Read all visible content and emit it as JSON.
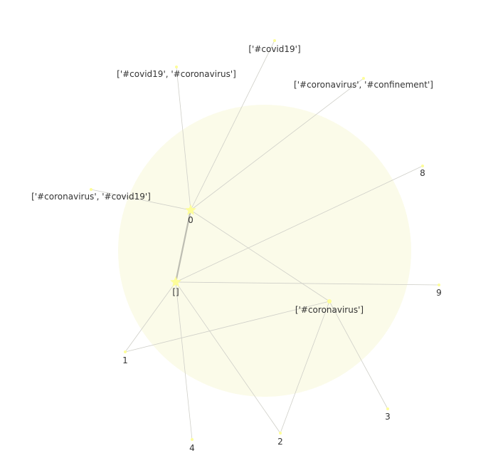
{
  "colors": {
    "background": "#ffffff",
    "cluster_fill": "#fbfbe9",
    "edge": "#cfcfc8",
    "edge_strong": "#bdbdb2",
    "node": "#fdfd9a",
    "label": "#333333"
  },
  "graph": {
    "nodes": [
      {
        "id": "zero",
        "label": "0"
      },
      {
        "id": "empty",
        "label": "[]"
      },
      {
        "id": "coronavirus",
        "label": "['#coronavirus']"
      },
      {
        "id": "covid19",
        "label": "['#covid19']"
      },
      {
        "id": "covid19_coronavirus",
        "label": "['#covid19', '#coronavirus']"
      },
      {
        "id": "coronavirus_confinement",
        "label": "['#coronavirus', '#confinement']"
      },
      {
        "id": "coronavirus_covid19",
        "label": "['#coronavirus', '#covid19']"
      },
      {
        "id": "n8",
        "label": "8"
      },
      {
        "id": "n9",
        "label": "9"
      },
      {
        "id": "n1",
        "label": "1"
      },
      {
        "id": "n2",
        "label": "2"
      },
      {
        "id": "n3",
        "label": "3"
      },
      {
        "id": "n4",
        "label": "4"
      }
    ],
    "edges": [
      {
        "from": "zero",
        "to": "empty",
        "weight": "strong"
      },
      {
        "from": "zero",
        "to": "covid19"
      },
      {
        "from": "zero",
        "to": "covid19_coronavirus"
      },
      {
        "from": "zero",
        "to": "coronavirus_confinement"
      },
      {
        "from": "zero",
        "to": "coronavirus_covid19"
      },
      {
        "from": "zero",
        "to": "coronavirus"
      },
      {
        "from": "empty",
        "to": "n8"
      },
      {
        "from": "empty",
        "to": "n9"
      },
      {
        "from": "empty",
        "to": "n1"
      },
      {
        "from": "empty",
        "to": "n4"
      },
      {
        "from": "empty",
        "to": "n2"
      },
      {
        "from": "coronavirus",
        "to": "n1"
      },
      {
        "from": "coronavirus",
        "to": "n2"
      },
      {
        "from": "coronavirus",
        "to": "n3"
      }
    ]
  }
}
